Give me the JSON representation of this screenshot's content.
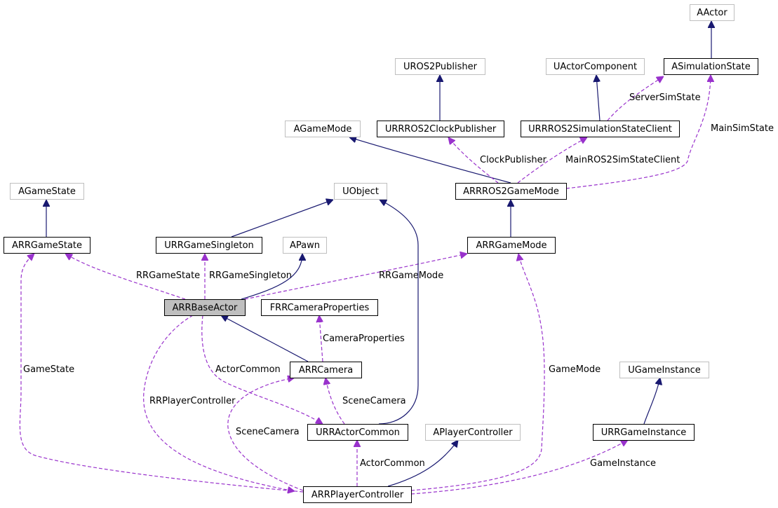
{
  "colors": {
    "inherit_edge": "#191970",
    "member_edge": "#9932cc",
    "node_border": "#000000",
    "external_border": "#bfbfbf",
    "focus_fill": "#bfbfbf"
  },
  "nodes": [
    {
      "id": "aactor",
      "label": "AActor",
      "kind": "external"
    },
    {
      "id": "asimulationstate",
      "label": "ASimulationState",
      "kind": "class"
    },
    {
      "id": "uros2publisher",
      "label": "UROS2Publisher",
      "kind": "external"
    },
    {
      "id": "uactorcomponent",
      "label": "UActorComponent",
      "kind": "external"
    },
    {
      "id": "agamemode",
      "label": "AGameMode",
      "kind": "external"
    },
    {
      "id": "urrros2clockpublisher",
      "label": "URRROS2ClockPublisher",
      "kind": "class"
    },
    {
      "id": "urrros2simulationstateclient",
      "label": "URRROS2SimulationStateClient",
      "kind": "class"
    },
    {
      "id": "agamestate",
      "label": "AGameState",
      "kind": "external"
    },
    {
      "id": "uobject",
      "label": "UObject",
      "kind": "external"
    },
    {
      "id": "arrros2gamemode",
      "label": "ARRROS2GameMode",
      "kind": "class"
    },
    {
      "id": "arrgamestate",
      "label": "ARRGameState",
      "kind": "class"
    },
    {
      "id": "urrgamesingleton",
      "label": "URRGameSingleton",
      "kind": "class"
    },
    {
      "id": "apawn",
      "label": "APawn",
      "kind": "external"
    },
    {
      "id": "arrgamemode",
      "label": "ARRGameMode",
      "kind": "class"
    },
    {
      "id": "arrbaseactor",
      "label": "ARRBaseActor",
      "kind": "focus"
    },
    {
      "id": "frrcameraproperties",
      "label": "FRRCameraProperties",
      "kind": "class"
    },
    {
      "id": "arrcamera",
      "label": "ARRCamera",
      "kind": "class"
    },
    {
      "id": "ugameinstance",
      "label": "UGameInstance",
      "kind": "external"
    },
    {
      "id": "urractorcommon",
      "label": "URRActorCommon",
      "kind": "class"
    },
    {
      "id": "aplayercontroller",
      "label": "APlayerController",
      "kind": "external"
    },
    {
      "id": "urrgameinstance",
      "label": "URRGameInstance",
      "kind": "class"
    },
    {
      "id": "arrplayercontroller",
      "label": "ARRPlayerController",
      "kind": "class"
    }
  ],
  "edges": [
    {
      "id": "e1",
      "from": "asimulationstate",
      "to": "aactor",
      "type": "inherit",
      "label": ""
    },
    {
      "id": "e2",
      "from": "urrros2clockpublisher",
      "to": "uros2publisher",
      "type": "inherit",
      "label": ""
    },
    {
      "id": "e3",
      "from": "urrros2simulationstateclient",
      "to": "uactorcomponent",
      "type": "inherit",
      "label": ""
    },
    {
      "id": "e4",
      "from": "urrros2simulationstateclient",
      "to": "asimulationstate",
      "type": "member",
      "label": "ServerSimState"
    },
    {
      "id": "e5",
      "from": "arrros2gamemode",
      "to": "agamemode",
      "type": "inherit",
      "label": ""
    },
    {
      "id": "e6",
      "from": "arrros2gamemode",
      "to": "urrros2clockpublisher",
      "type": "member",
      "label": "ClockPublisher"
    },
    {
      "id": "e7",
      "from": "arrros2gamemode",
      "to": "urrros2simulationstateclient",
      "type": "member",
      "label": "MainROS2SimStateClient"
    },
    {
      "id": "e8",
      "from": "arrros2gamemode",
      "to": "asimulationstate",
      "type": "member",
      "label": "MainSimState"
    },
    {
      "id": "e9",
      "from": "arrgamestate",
      "to": "agamestate",
      "type": "inherit",
      "label": ""
    },
    {
      "id": "e10",
      "from": "urrgamesingleton",
      "to": "uobject",
      "type": "inherit",
      "label": ""
    },
    {
      "id": "e11",
      "from": "arrgamemode",
      "to": "arrros2gamemode",
      "type": "inherit",
      "label": ""
    },
    {
      "id": "e12",
      "from": "arrbaseactor",
      "to": "arrgamestate",
      "type": "member",
      "label": "RRGameState"
    },
    {
      "id": "e13",
      "from": "arrbaseactor",
      "to": "urrgamesingleton",
      "type": "member",
      "label": "RRGameSingleton"
    },
    {
      "id": "e14",
      "from": "arrbaseactor",
      "to": "apawn",
      "type": "inherit",
      "label": ""
    },
    {
      "id": "e15",
      "from": "arrbaseactor",
      "to": "arrgamemode",
      "type": "member",
      "label": "RRGameMode"
    },
    {
      "id": "e16",
      "from": "arrcamera",
      "to": "arrbaseactor",
      "type": "inherit",
      "label": ""
    },
    {
      "id": "e17",
      "from": "arrcamera",
      "to": "frrcameraproperties",
      "type": "member",
      "label": "CameraProperties"
    },
    {
      "id": "e18",
      "from": "urractorcommon",
      "to": "uobject",
      "type": "inherit",
      "label": ""
    },
    {
      "id": "e19",
      "from": "arrbaseactor",
      "to": "urractorcommon",
      "type": "member",
      "label": "ActorCommon"
    },
    {
      "id": "e20",
      "from": "urractorcommon",
      "to": "arrcamera",
      "type": "member",
      "label": "SceneCamera"
    },
    {
      "id": "e21",
      "from": "urrgameinstance",
      "to": "ugameinstance",
      "type": "inherit",
      "label": ""
    },
    {
      "id": "e22",
      "from": "arrplayercontroller",
      "to": "aplayercontroller",
      "type": "inherit",
      "label": ""
    },
    {
      "id": "e23",
      "from": "arrplayercontroller",
      "to": "arrgamestate",
      "type": "member",
      "label": "GameState"
    },
    {
      "id": "e24",
      "from": "arrbaseactor",
      "to": "arrplayercontroller",
      "type": "member",
      "label": "RRPlayerController"
    },
    {
      "id": "e25",
      "from": "arrplayercontroller",
      "to": "arrcamera",
      "type": "member",
      "label": "SceneCamera"
    },
    {
      "id": "e26",
      "from": "arrplayercontroller",
      "to": "urractorcommon",
      "type": "member",
      "label": "ActorCommon"
    },
    {
      "id": "e27",
      "from": "arrplayercontroller",
      "to": "arrgamemode",
      "type": "member",
      "label": "GameMode"
    },
    {
      "id": "e28",
      "from": "arrplayercontroller",
      "to": "urrgameinstance",
      "type": "member",
      "label": "GameInstance"
    }
  ]
}
